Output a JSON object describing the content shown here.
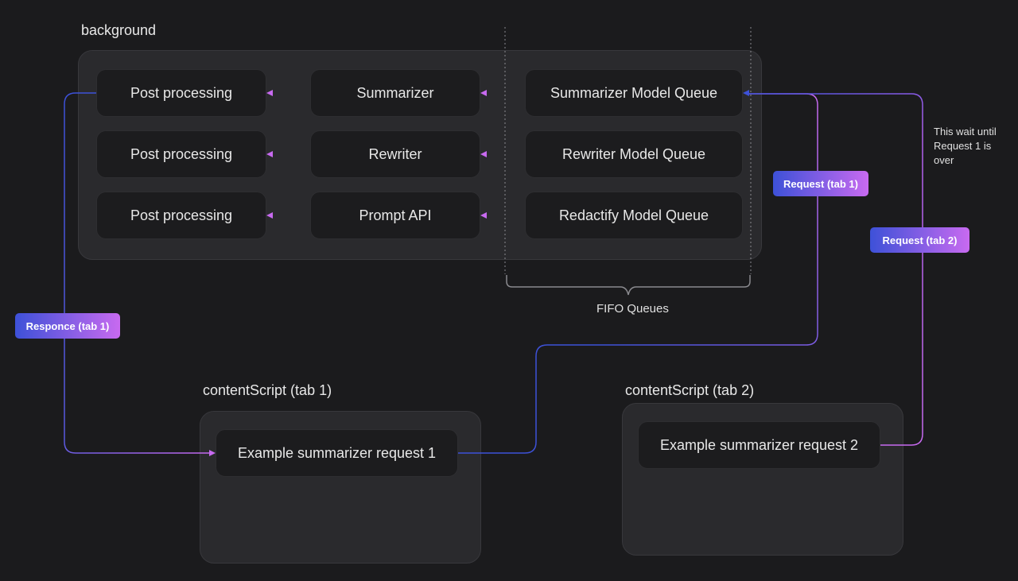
{
  "background_group": {
    "label": "background"
  },
  "pipeline_rows": [
    {
      "post": "Post processing",
      "api": "Summarizer",
      "queue": "Summarizer Model Queue"
    },
    {
      "post": "Post processing",
      "api": "Rewriter",
      "queue": "Rewriter Model Queue"
    },
    {
      "post": "Post processing",
      "api": "Prompt API",
      "queue": "Redactify Model Queue"
    }
  ],
  "fifo": {
    "label": "FIFO Queues"
  },
  "tab1": {
    "label": "contentScript (tab 1)",
    "request": "Example summarizer request 1"
  },
  "tab2": {
    "label": "contentScript (tab 2)",
    "request": "Example summarizer request 2"
  },
  "tags": {
    "request_tab1": "Request (tab 1)",
    "request_tab2": "Request (tab 2)",
    "response_tab1": "Responce (tab 1)"
  },
  "note": {
    "wait": "This wait until Request 1 is over"
  },
  "colors": {
    "wire_blue": "#3d51d8",
    "wire_purple": "#c86af0",
    "group_fill": "#2a2a2d",
    "node_fill": "#1c1c1e",
    "canvas": "#1b1b1d"
  }
}
